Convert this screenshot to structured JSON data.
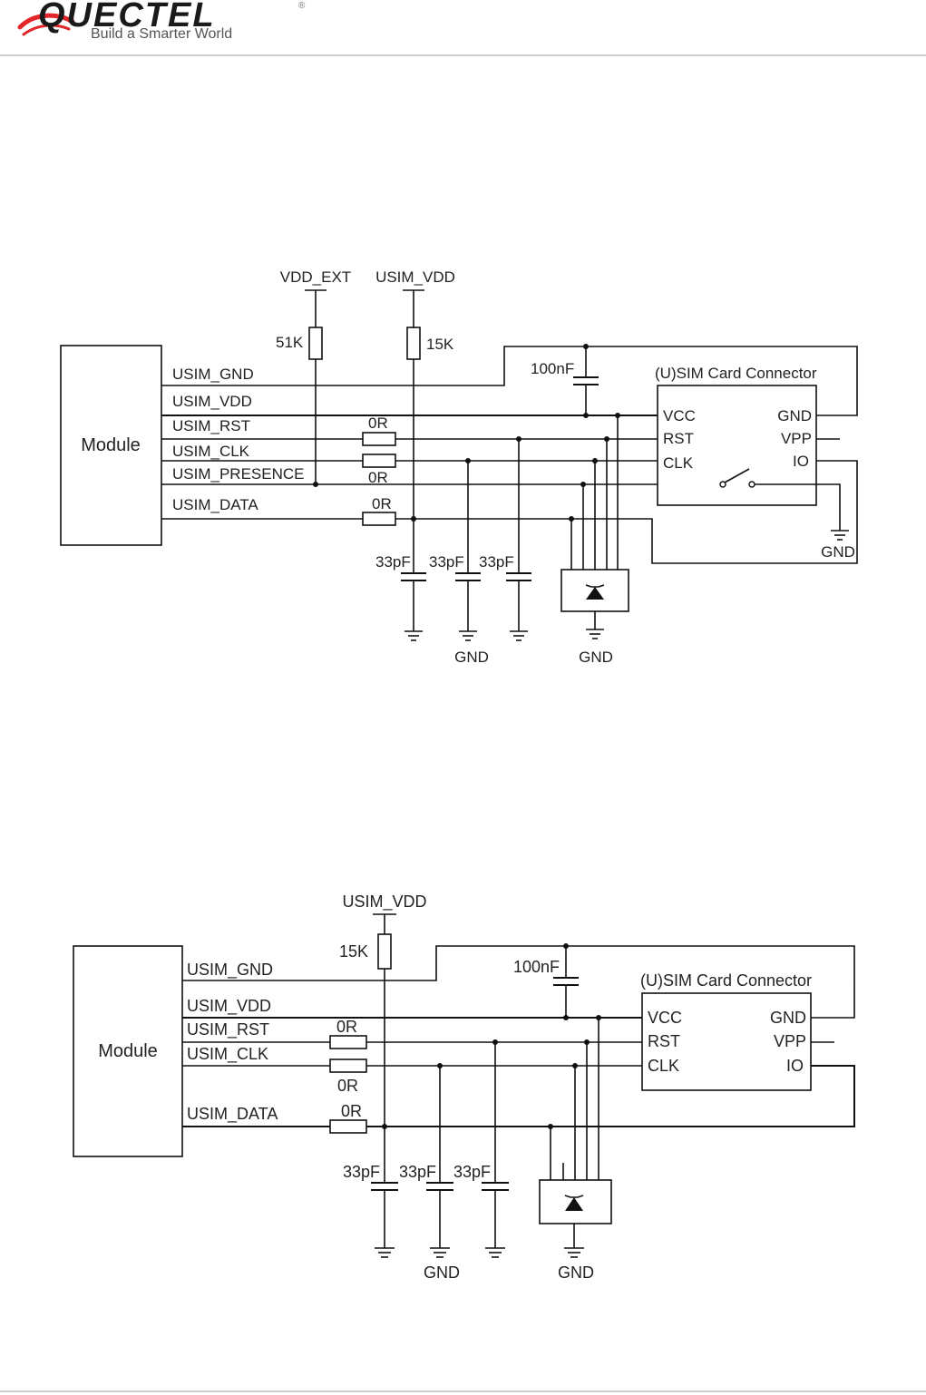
{
  "header": {
    "logo_text": "QUECTEL",
    "tagline": "Build a Smarter World",
    "registered_mark": "®",
    "logo_colors": {
      "swoosh": "#e2262b",
      "text": "#1a1a1a"
    }
  },
  "diagram1": {
    "module_label": "Module",
    "signals": [
      "USIM_GND",
      "USIM_VDD",
      "USIM_RST",
      "USIM_CLK",
      "USIM_PRESENCE",
      "USIM_DATA"
    ],
    "rails": {
      "vdd_ext": "VDD_EXT",
      "usim_vdd": "USIM_VDD"
    },
    "resistors": {
      "pullup_presence": "51K",
      "pullup_data": "15K",
      "rst": "0R",
      "clk": "0R",
      "data": "0R"
    },
    "decoupling_cap": "100nF",
    "filter_caps": [
      "33pF",
      "33pF",
      "33pF"
    ],
    "connector": {
      "title": "(U)SIM Card Connector",
      "left_pins": [
        "VCC",
        "RST",
        "CLK"
      ],
      "right_pins": [
        "GND",
        "VPP",
        "IO"
      ]
    },
    "gnd_labels": [
      "GND",
      "GND",
      "GND"
    ]
  },
  "diagram2": {
    "module_label": "Module",
    "signals": [
      "USIM_GND",
      "USIM_VDD",
      "USIM_RST",
      "USIM_CLK",
      "USIM_DATA"
    ],
    "rails": {
      "usim_vdd": "USIM_VDD"
    },
    "resistors": {
      "pullup_data": "15K",
      "rst": "0R",
      "clk": "0R",
      "data": "0R"
    },
    "decoupling_cap": "100nF",
    "filter_caps": [
      "33pF",
      "33pF",
      "33pF"
    ],
    "connector": {
      "title": "(U)SIM Card Connector",
      "left_pins": [
        "VCC",
        "RST",
        "CLK"
      ],
      "right_pins": [
        "GND",
        "VPP",
        "IO"
      ]
    },
    "gnd_labels": [
      "GND",
      "GND"
    ]
  }
}
